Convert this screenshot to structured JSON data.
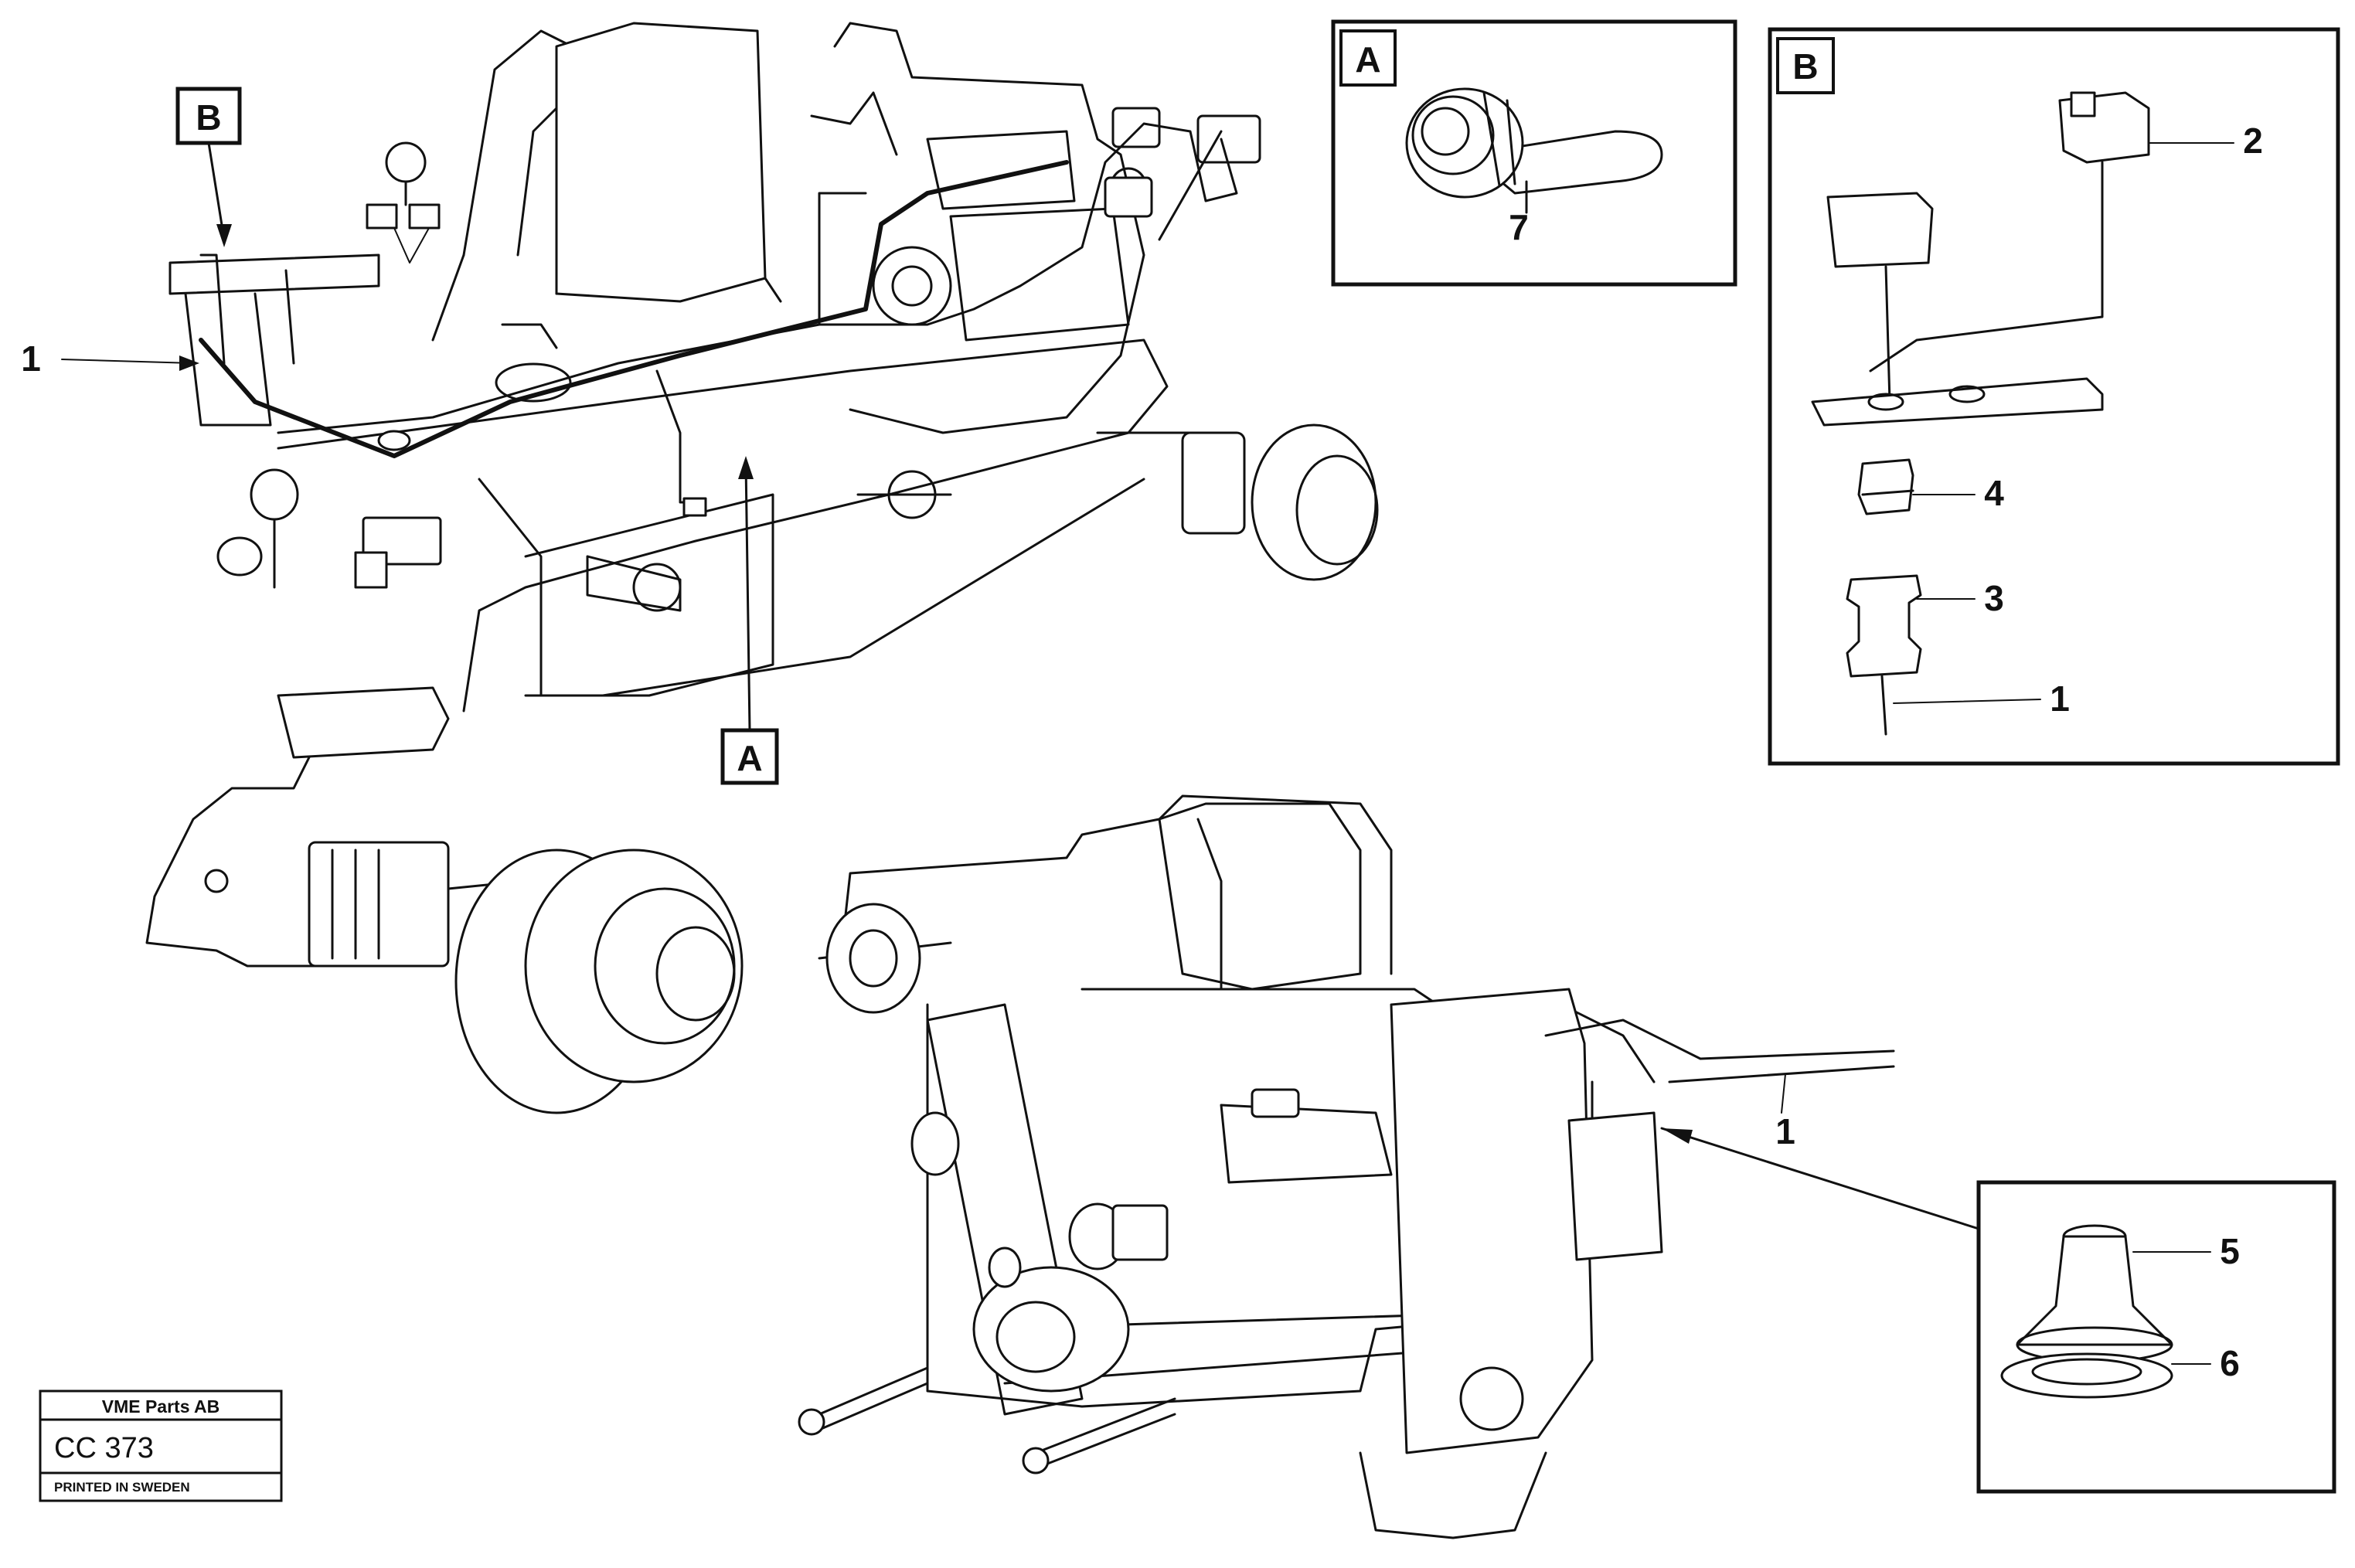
{
  "callouts": {
    "left_1": "1",
    "detail_b_tag": "B",
    "detail_a_tag": "A",
    "inset_a_tag": "A",
    "inset_a_7": "7",
    "inset_b_tag": "B",
    "inset_b_2": "2",
    "inset_b_4": "4",
    "inset_b_3": "3",
    "inset_b_1": "1",
    "engine_1": "1",
    "inset_c_5": "5",
    "inset_c_6": "6"
  },
  "stamp": {
    "company": "VME Parts AB",
    "code": "CC 373",
    "footer": "PRINTED IN SWEDEN"
  }
}
